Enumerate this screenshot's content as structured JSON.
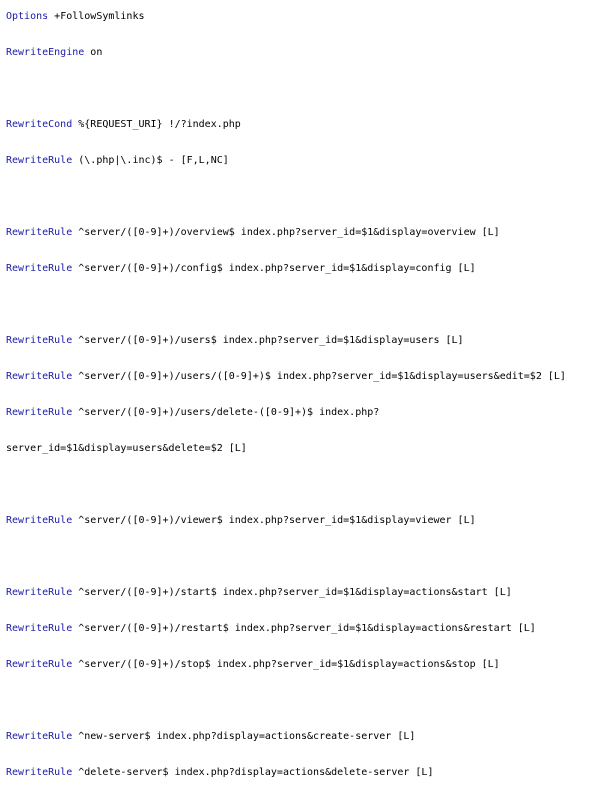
{
  "lines": [
    {
      "keyword": "Options",
      "rest": " +FollowSymlinks"
    },
    {
      "keyword": "RewriteEngine",
      "rest": " on"
    },
    {
      "keyword": "",
      "rest": ""
    },
    {
      "keyword": "RewriteCond",
      "rest": " %{REQUEST_URI} !/?index.php"
    },
    {
      "keyword": "RewriteRule",
      "rest": " (\\.php|\\.inc)$ - [F,L,NC]"
    },
    {
      "keyword": "",
      "rest": ""
    },
    {
      "keyword": "RewriteRule",
      "rest": " ^server/([0-9]+)/overview$ index.php?server_id=$1&display=overview [L]"
    },
    {
      "keyword": "RewriteRule",
      "rest": " ^server/([0-9]+)/config$ index.php?server_id=$1&display=config [L]"
    },
    {
      "keyword": "",
      "rest": ""
    },
    {
      "keyword": "RewriteRule",
      "rest": " ^server/([0-9]+)/users$ index.php?server_id=$1&display=users [L]"
    },
    {
      "keyword": "RewriteRule",
      "rest": " ^server/([0-9]+)/users/([0-9]+)$ index.php?server_id=$1&display=users&edit=$2 [L]"
    },
    {
      "keyword": "RewriteRule",
      "rest": " ^server/([0-9]+)/users/delete-([0-9]+)$ index.php?"
    },
    {
      "keyword": "",
      "rest": "server_id=$1&display=users&delete=$2 [L]"
    },
    {
      "keyword": "",
      "rest": ""
    },
    {
      "keyword": "RewriteRule",
      "rest": " ^server/([0-9]+)/viewer$ index.php?server_id=$1&display=viewer [L]"
    },
    {
      "keyword": "",
      "rest": ""
    },
    {
      "keyword": "RewriteRule",
      "rest": " ^server/([0-9]+)/start$ index.php?server_id=$1&display=actions&start [L]"
    },
    {
      "keyword": "RewriteRule",
      "rest": " ^server/([0-9]+)/restart$ index.php?server_id=$1&display=actions&restart [L]"
    },
    {
      "keyword": "RewriteRule",
      "rest": " ^server/([0-9]+)/stop$ index.php?server_id=$1&display=actions&stop [L]"
    },
    {
      "keyword": "",
      "rest": ""
    },
    {
      "keyword": "RewriteRule",
      "rest": " ^new-server$ index.php?display=actions&create-server [L]"
    },
    {
      "keyword": "RewriteRule",
      "rest": " ^delete-server$ index.php?display=actions&delete-server [L]"
    }
  ],
  "colors": {
    "keyword": "#1a1aa6",
    "text": "#000000",
    "background": "#ffffff"
  }
}
